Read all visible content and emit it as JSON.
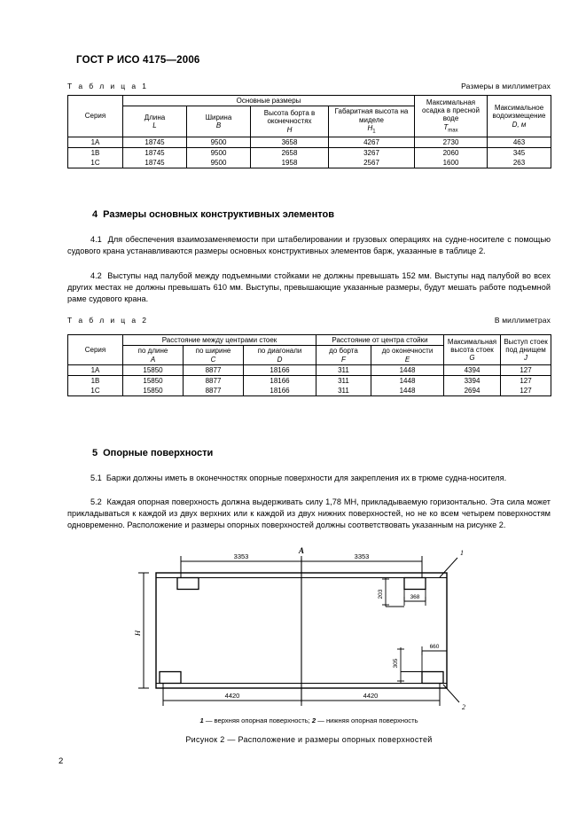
{
  "document": {
    "header": "ГОСТ Р ИСО 4175—2006",
    "page_number": "2"
  },
  "table1": {
    "caption": "Т а б л и ц а 1",
    "units_note": "Размеры в миллиметрах",
    "col_series": "Серия",
    "group_main": "Основные размеры",
    "headers": [
      {
        "label": "Длина",
        "symbol": "L"
      },
      {
        "label": "Ширина",
        "symbol": "B"
      },
      {
        "label": "Высота борта в оконечностях",
        "symbol": "H"
      },
      {
        "label": "Габаритная высота на миделе",
        "symbol": "H",
        "sub": "1"
      },
      {
        "label": "Максимальная осадка в пресной воде",
        "symbol": "T",
        "sub": "max"
      },
      {
        "label": "Максимальное водоизмещение",
        "symbol": "D, м"
      }
    ],
    "rows": [
      {
        "series": "1А",
        "values": [
          "18745",
          "9500",
          "3658",
          "4267",
          "2730",
          "463"
        ]
      },
      {
        "series": "1В",
        "values": [
          "18745",
          "9500",
          "2658",
          "3267",
          "2060",
          "345"
        ]
      },
      {
        "series": "1С",
        "values": [
          "18745",
          "9500",
          "1958",
          "2567",
          "1600",
          "263"
        ]
      }
    ]
  },
  "section4": {
    "heading_number": "4",
    "heading_title": "Размеры основных конструктивных элементов",
    "p1_number": "4.1",
    "p1_text": "Для обеспечения взаимозаменяемости при штабелировании и грузовых операциях на судне-носителе с помощью судового крана устанавливаются размеры основных конструктивных элементов барж, указанные в таблице 2.",
    "p2_number": "4.2",
    "p2_text": "Выступы над палубой между подъемными стойками не должны превышать 152 мм. Выступы над палубой во всех других местах не должны превышать 610 мм. Выступы, превышающие указанные размеры, будут мешать работе подъемной раме судового крана."
  },
  "table2": {
    "caption": "Т а б л и ц а 2",
    "units_note": "В миллиметрах",
    "col_series": "Серия",
    "group_between": "Расстояние между центрами стоек",
    "group_from": "Расстояние от центра стойки",
    "headers": [
      {
        "label": "по длине",
        "symbol": "A"
      },
      {
        "label": "по ширине",
        "symbol": "C"
      },
      {
        "label": "по диагонали",
        "symbol": "D"
      },
      {
        "label": "до борта",
        "symbol": "F"
      },
      {
        "label": "до оконечности",
        "symbol": "E"
      },
      {
        "label": "Максимальная высота стоек",
        "symbol": "G"
      },
      {
        "label": "Выступ стоек под днищем",
        "symbol": "J"
      }
    ],
    "rows": [
      {
        "series": "1А",
        "values": [
          "15850",
          "8877",
          "18166",
          "311",
          "1448",
          "4394",
          "127"
        ]
      },
      {
        "series": "1В",
        "values": [
          "15850",
          "8877",
          "18166",
          "311",
          "1448",
          "3394",
          "127"
        ]
      },
      {
        "series": "1С",
        "values": [
          "15850",
          "8877",
          "18166",
          "311",
          "1448",
          "2694",
          "127"
        ]
      }
    ]
  },
  "section5": {
    "heading_number": "5",
    "heading_title": "Опорные поверхности",
    "p1_number": "5.1",
    "p1_text": "Баржи должны иметь в оконечностях опорные поверхности для закрепления их в трюме судна-носителя.",
    "p2_number": "5.2",
    "p2_text": "Каждая опорная поверхность должна выдерживать силу 1,78 МН, прикладываемую горизонтально. Эта сила может прикладываться к каждой из двух верхних или к каждой из двух нижних поверхностей, но не ко всем четырем поверхностям одновременно. Расположение и размеры опорных поверхностей должны соответствовать указанным на рисунке 2."
  },
  "figure2": {
    "dim_top_left": "3353",
    "dim_top_right": "3353",
    "dim_bottom_left": "4420",
    "dim_bottom_right": "4420",
    "centerline_label": "A",
    "height_label": "H",
    "callout_upper": "1",
    "callout_lower": "2",
    "dim_upper_vertical": "203",
    "dim_upper_horizontal": "368",
    "dim_lower_vertical": "305",
    "dim_lower_horizontal": "660",
    "legend": "1 — верхняя опорная поверхность; 2 — нижняя опорная поверхность",
    "legend_mark_1": "1",
    "legend_mark_2": "2",
    "legend_text_1": "— верхняя опорная поверхность;",
    "legend_text_2": "— нижняя опорная поверхность",
    "caption_label": "Рисунок 2",
    "caption_dash": "—",
    "caption_text": "Расположение и размеры опорных поверхностей"
  }
}
